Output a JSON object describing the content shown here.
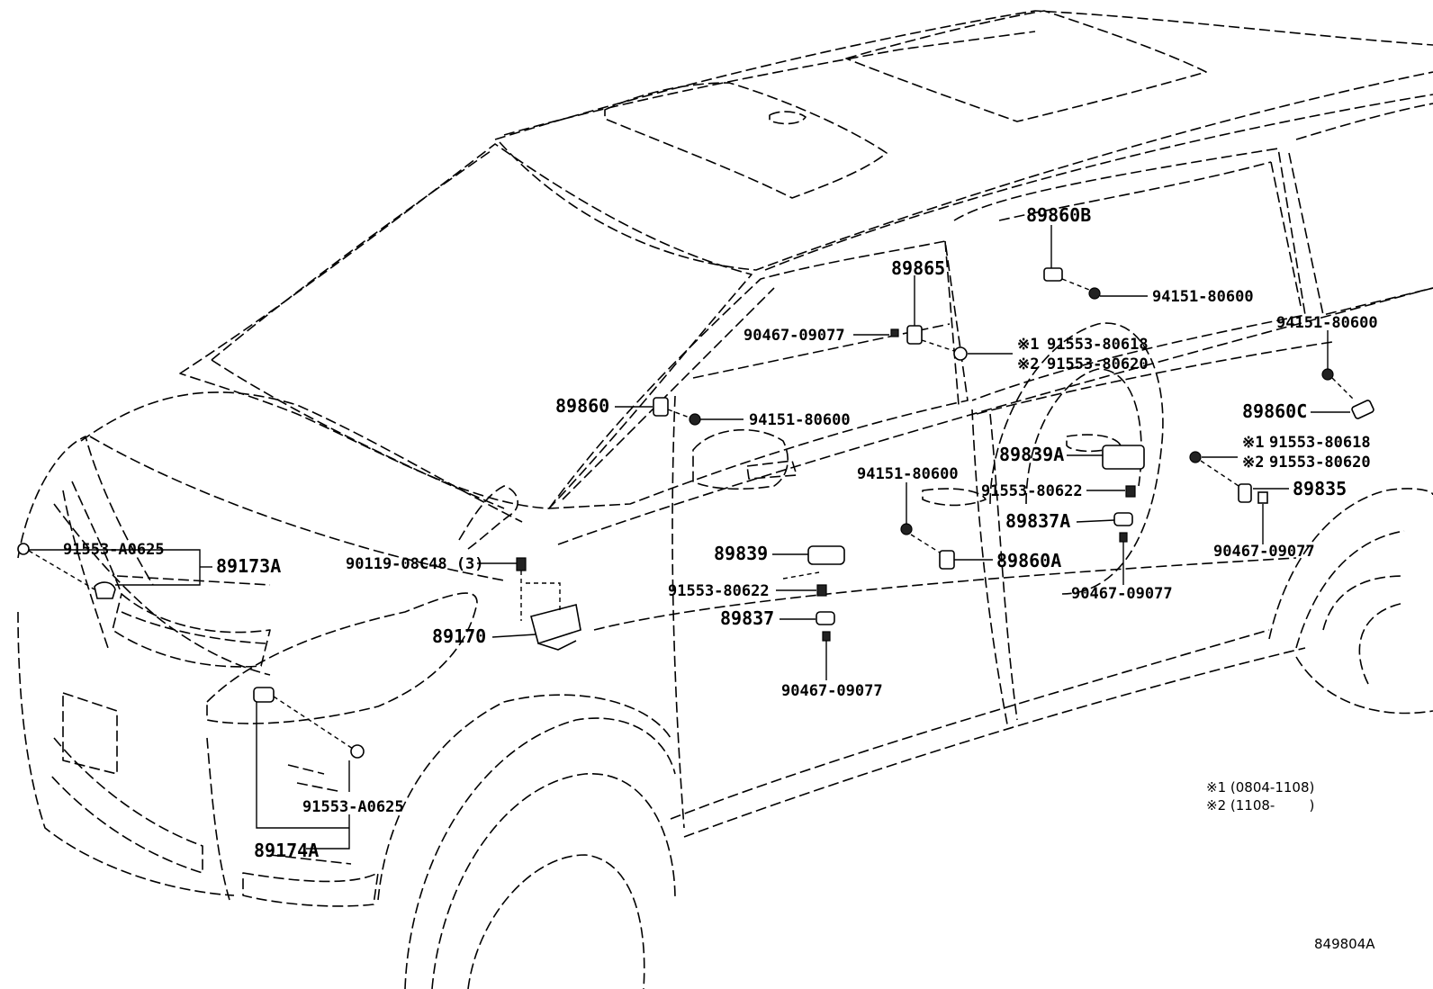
{
  "parts": {
    "p89860B": "89860B",
    "p94151_80600_a": "94151-80600",
    "p89865": "89865",
    "p90467_09077_a": "90467-09077",
    "p91553_80618_a": "91553-80618",
    "p91553_80620_a": "91553-80620",
    "p94151_80600_b": "94151-80600",
    "p89860": "89860",
    "p94151_80600_c": "94151-80600",
    "p89860C": "89860C",
    "p91553_80618_b": "91553-80618",
    "p91553_80620_b": "91553-80620",
    "p89839A": "89839A",
    "p94151_80600_d": "94151-80600",
    "p91553_80622_a": "91553-80622",
    "p89835": "89835",
    "p89837A": "89837A",
    "p90467_09077_b": "90467-09077",
    "p91553_A0625_a": "91553-A0625",
    "p89173A": "89173A",
    "p90119_08C48": "90119-08C48 (3)",
    "p89839": "89839",
    "p89860A": "89860A",
    "p91553_80622_b": "91553-80622",
    "p90467_09077_c": "90467-09077",
    "p89837": "89837",
    "p89170": "89170",
    "p90467_09077_d": "90467-09077",
    "p91553_A0625_b": "91553-A0625",
    "p89174A": "89174A"
  },
  "marks": {
    "m1": "※1",
    "m2": "※2",
    "m1b": "※1",
    "m2b": "※2"
  },
  "legend": {
    "note1": "※1 (0804-1108)",
    "note2": "※2 (1108-        )"
  },
  "diagram_id": "849804A"
}
